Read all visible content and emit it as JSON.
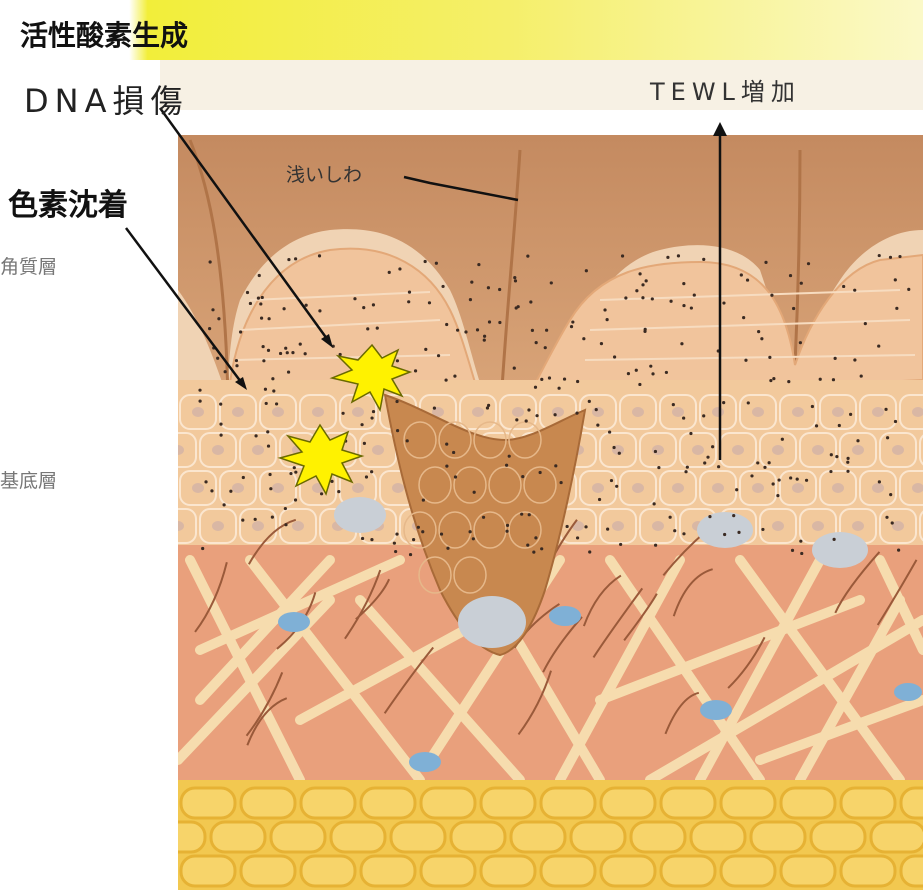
{
  "header": {
    "title": "活性酸素生成",
    "dna_label": "DNA損傷",
    "tewl_label": "TEWL増加",
    "pigment_label": "色素沈着"
  },
  "diagram": {
    "wrinkle_label": "浅いしわ",
    "layer_top_label": "角質層",
    "layer_basal_label": "基底層"
  },
  "colors": {
    "highlight_band": "#f2ee3a",
    "star_fill": "#fff200",
    "dermis": "#e9a07c",
    "fat": "#f2c850",
    "stratum": "#e8b37f"
  }
}
